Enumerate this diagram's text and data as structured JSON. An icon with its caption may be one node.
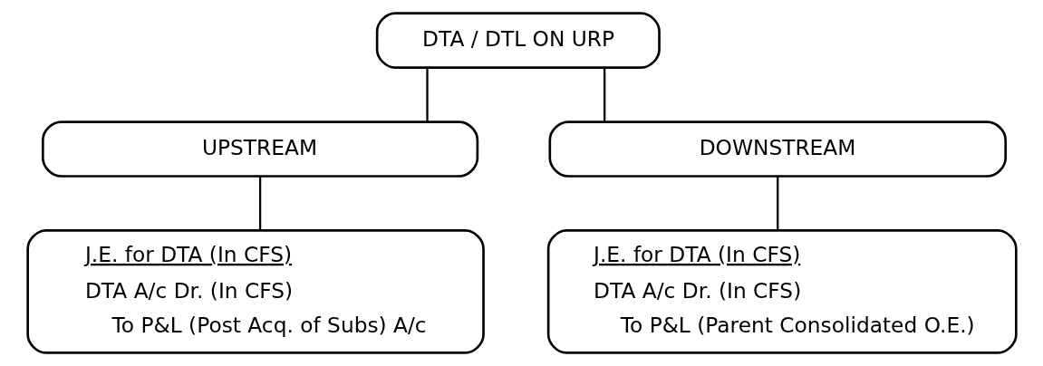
{
  "diagram": {
    "nodes": [
      {
        "text": [
          "DTA / DTL ON URP"
        ]
      },
      {
        "text": [
          "UPSTREAM"
        ]
      },
      {
        "text": [
          "DOWNSTREAM"
        ]
      },
      {
        "text": [
          "J.E. for DTA (In CFS)",
          "DTA A/c Dr. (In CFS)",
          "To P&L (Post Acq. of Subs) A/c"
        ]
      },
      {
        "text": [
          "J.E. for DTA (In CFS)",
          "DTA A/c Dr. (In CFS)",
          "To P&L (Parent Consolidated O.E.)"
        ]
      }
    ],
    "edges": [
      {
        "from": 0,
        "to": 1,
        "arrow": "none"
      },
      {
        "from": 0,
        "to": 2,
        "arrow": "none"
      },
      {
        "from": 1,
        "to": 3,
        "arrow": "none"
      },
      {
        "from": 2,
        "to": 4,
        "arrow": "none"
      }
    ]
  }
}
